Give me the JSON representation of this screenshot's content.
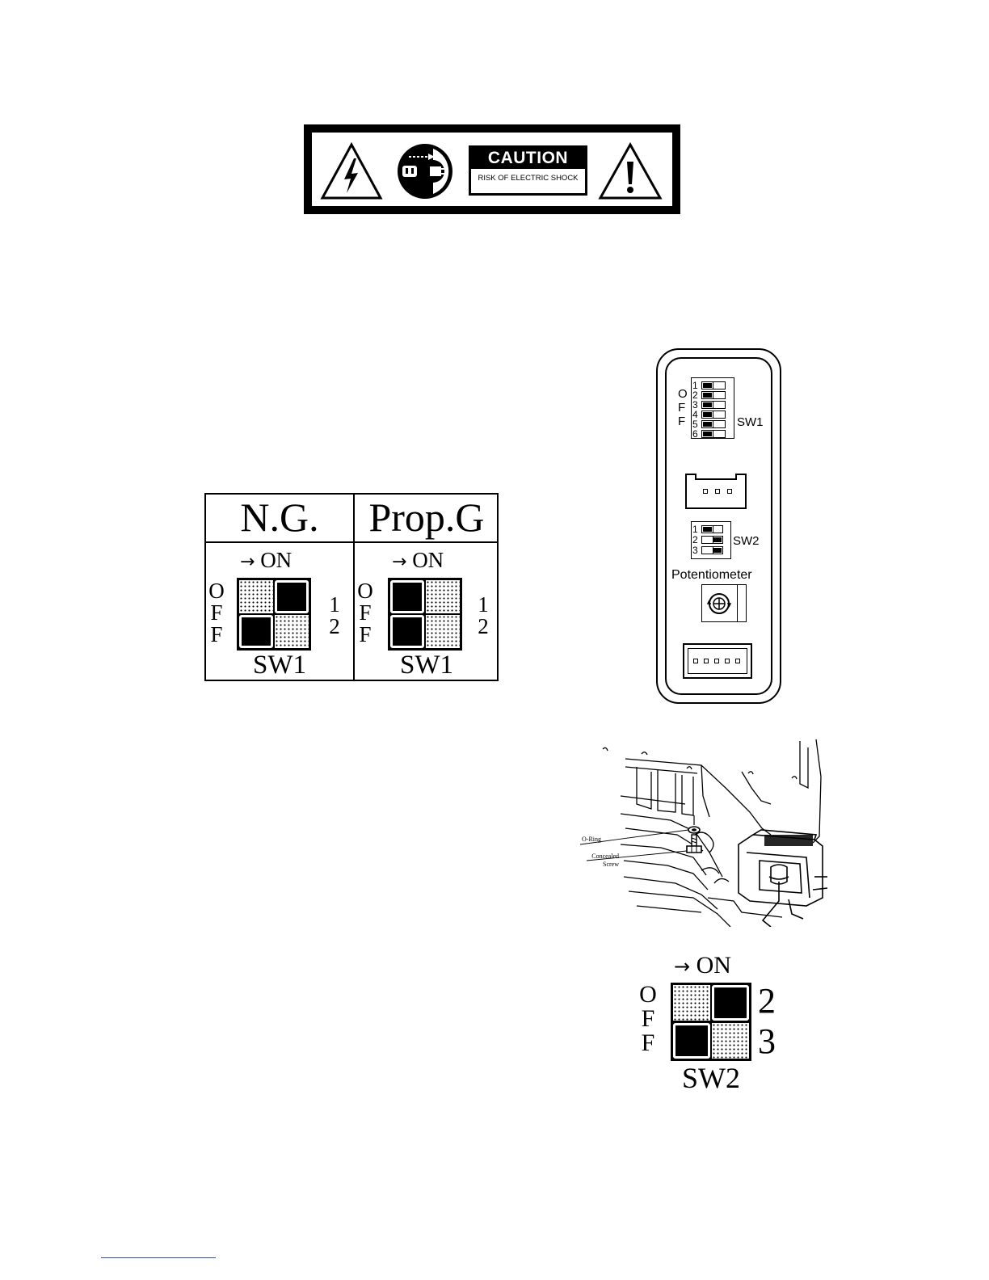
{
  "caution_label": {
    "heading": "CAUTION",
    "subtext": "RISK OF ELECTRIC SHOCK",
    "icons": [
      "lightning-warning-icon",
      "unplug-icon",
      "exclamation-warning-icon"
    ]
  },
  "sw1_table": {
    "columns": [
      {
        "heading": "N.G.",
        "on_label": "ON",
        "off_letters": [
          "O",
          "F",
          "F"
        ],
        "switch_numbers": [
          "1",
          "2"
        ],
        "switch_states": [
          "on",
          "off"
        ],
        "switch_label": "SW1"
      },
      {
        "heading": "Prop.G",
        "on_label": "ON",
        "off_letters": [
          "O",
          "F",
          "F"
        ],
        "switch_numbers": [
          "1",
          "2"
        ],
        "switch_states": [
          "off",
          "off"
        ],
        "switch_label": "SW1"
      }
    ]
  },
  "control_board": {
    "off_letters": [
      "O",
      "F",
      "F"
    ],
    "sw1": {
      "label": "SW1",
      "numbers": [
        "1",
        "2",
        "3",
        "4",
        "5",
        "6"
      ],
      "states": [
        "off",
        "off",
        "off",
        "off",
        "off",
        "off"
      ]
    },
    "sw2": {
      "label": "SW2",
      "numbers": [
        "1",
        "2",
        "3"
      ],
      "states": [
        "off",
        "on",
        "on"
      ]
    },
    "potentiometer_label": "Potentiometer"
  },
  "valve_illustration": {
    "callouts": [
      "O-Ring",
      "Concealed Screw"
    ]
  },
  "sw2_diagram": {
    "on_label": "ON",
    "off_letters": [
      "O",
      "F",
      "F"
    ],
    "switch_numbers": [
      "2",
      "3"
    ],
    "switch_states": [
      "on",
      "off"
    ],
    "switch_label": "SW2"
  }
}
